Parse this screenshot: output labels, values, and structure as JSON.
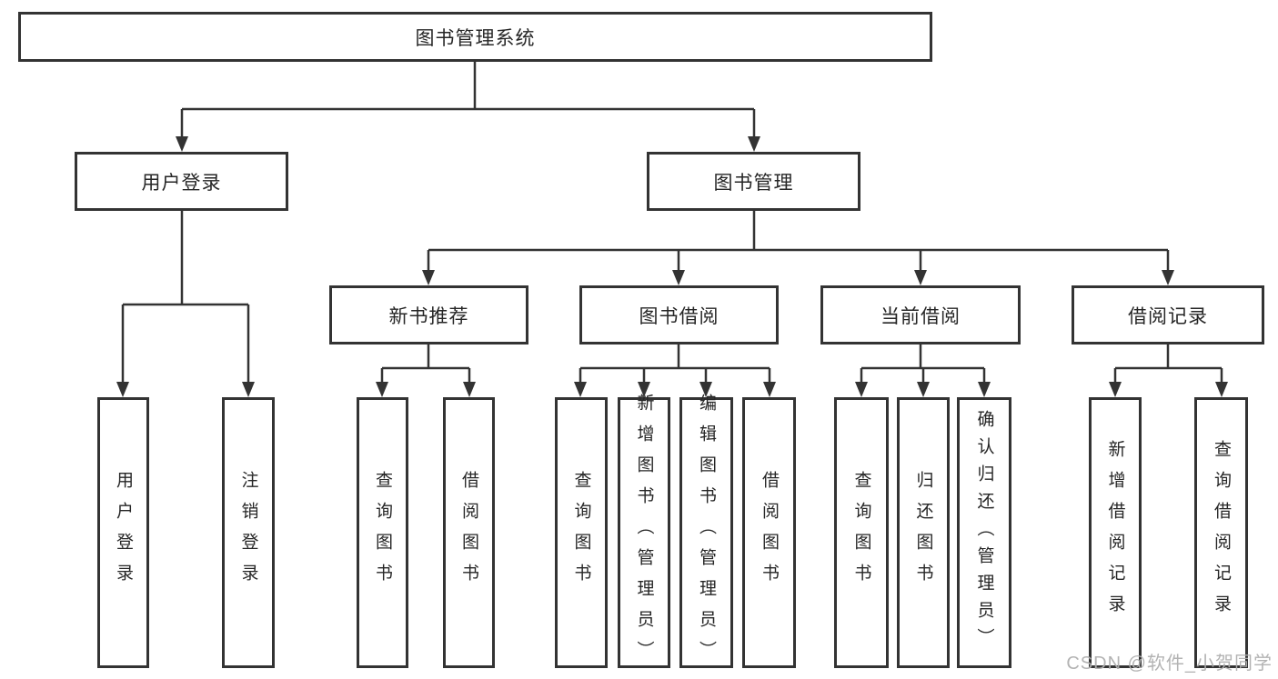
{
  "diagram": {
    "title": "图书管理系统",
    "nodes": {
      "root": "图书管理系统",
      "user_login": "用户登录",
      "book_management": "图书管理",
      "new_book_recommend": "新书推荐",
      "book_borrow": "图书借阅",
      "current_borrow": "当前借阅",
      "borrow_records": "借阅记录",
      "leaves": {
        "user_login": "用户登录",
        "logout": "注销登录",
        "query_books_1": "查询图书",
        "borrow_books_1": "借阅图书",
        "query_books_2": "查询图书",
        "add_books_admin": "新增图书（管理员）",
        "edit_books_admin": "编辑图书（管理员）",
        "borrow_books_2": "借阅图书",
        "query_books_3": "查询图书",
        "return_books": "归还图书",
        "confirm_return_admin": "确认归还（管理员）",
        "add_borrow_record": "新增借阅记录",
        "query_borrow_record": "查询借阅记录"
      }
    }
  },
  "watermark": {
    "text": "CSDN @软件_小贺同学"
  },
  "colors": {
    "line": "#333333",
    "box_border": "#333333",
    "text": "#262626",
    "watermark": "#afafaf",
    "background": "#ffffff"
  }
}
